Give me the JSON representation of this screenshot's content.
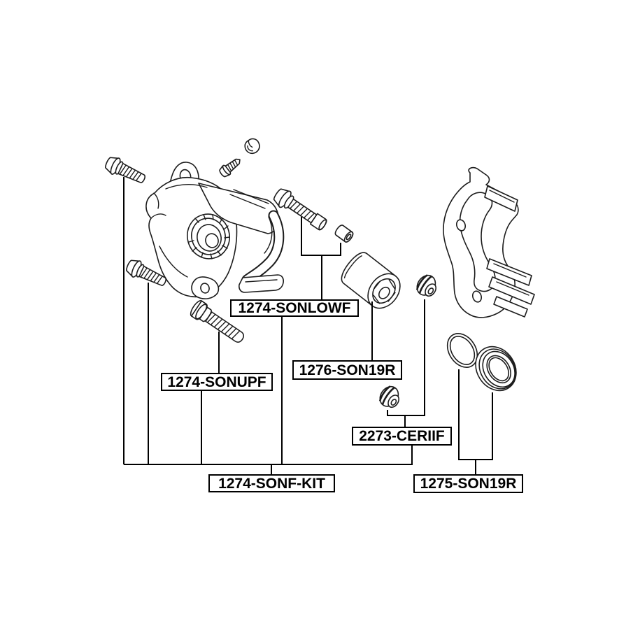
{
  "diagram": {
    "type": "exploded-parts-diagram",
    "background_color": "#ffffff",
    "line_color": "#000000",
    "label_text_color": "#000000",
    "label_border_color": "#000000",
    "labels": {
      "sonlowf": "1274-SONLOWF",
      "son19r_piston": "1276-SON19R",
      "sonupf": "1274-SONUPF",
      "ceriif": "2273-CERIIF",
      "sonf_kit": "1274-SONF-KIT",
      "son19r_seal": "1275-SON19R"
    },
    "parts": [
      "caliper-body",
      "caliper-bracket",
      "flange-bolt-upper",
      "flange-bolt-lower",
      "bleeder-screw",
      "bleeder-cap",
      "guide-pin-bolt-lower",
      "guide-pin-sleeve",
      "guide-pin-upper",
      "piston",
      "bushing-upper",
      "bushing-lower",
      "piston-seal-ring",
      "piston-boot"
    ]
  }
}
